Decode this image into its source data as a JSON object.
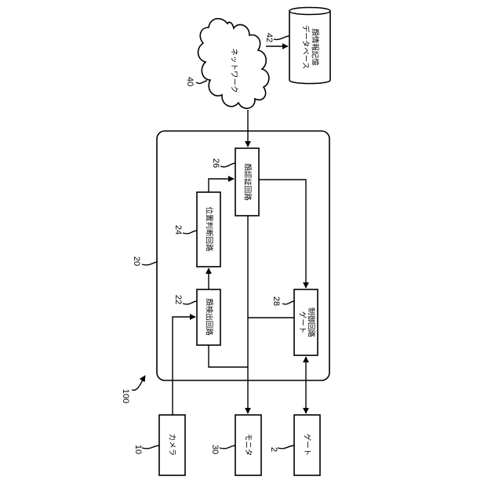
{
  "blocks": {
    "camera": {
      "ref": "10",
      "label": "カメラ"
    },
    "monitor": {
      "ref": "30",
      "label": "モニタ"
    },
    "gate": {
      "ref": "2",
      "label": "ゲート"
    },
    "system": {
      "ref": "100"
    },
    "device": {
      "ref": "20"
    },
    "face_detect": {
      "ref": "22",
      "label": "顔検出回路"
    },
    "position_judge": {
      "ref": "24",
      "label": "位置判断回路"
    },
    "face_auth": {
      "ref": "26",
      "label": "顔認証回路"
    },
    "gate_control": {
      "ref": "28",
      "line1": "ゲート",
      "line2": "制御回路"
    },
    "network": {
      "ref": "40",
      "label": "ネットワーク"
    },
    "database": {
      "ref": "42",
      "line1": "顔情報記憶",
      "line2": "データベース"
    }
  }
}
